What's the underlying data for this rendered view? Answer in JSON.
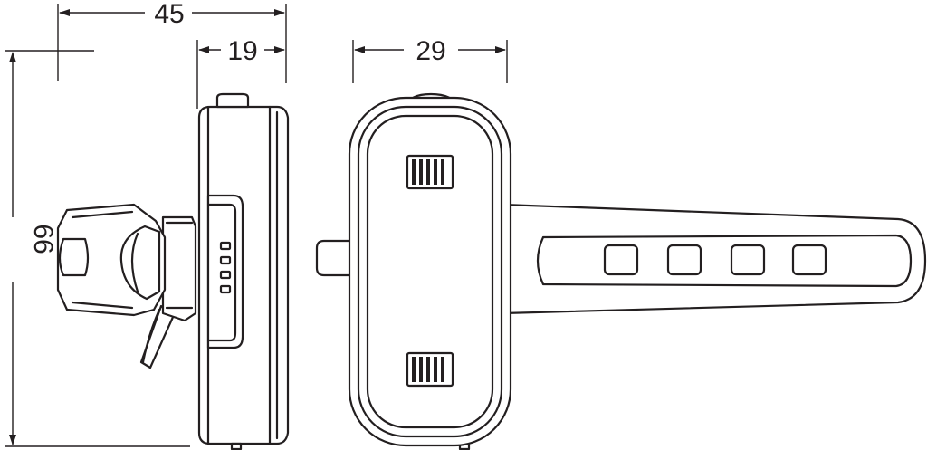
{
  "dimensions": {
    "overall_width": "45",
    "side_depth": "19",
    "front_width": "29",
    "height": "66"
  }
}
